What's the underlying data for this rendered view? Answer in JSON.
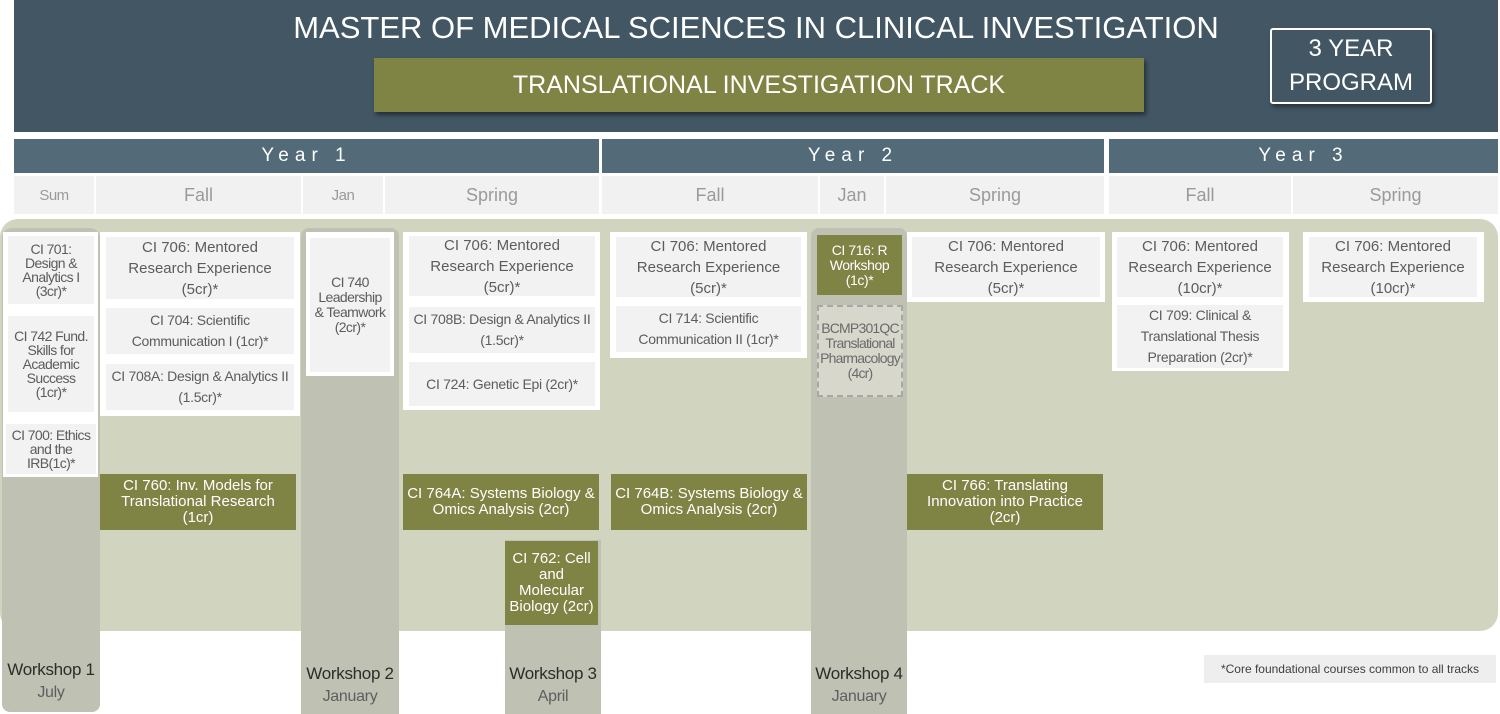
{
  "header": {
    "title": "MASTER OF MEDICAL SCIENCES IN CLINICAL INVESTIGATION",
    "track": "TRANSLATIONAL INVESTIGATION TRACK",
    "program_line1": "3 YEAR",
    "program_line2": "PROGRAM"
  },
  "colors": {
    "header_bg": "#425664",
    "year_bar": "#536a78",
    "olive": "#7f8444",
    "band": "#d1d4bf"
  },
  "years": [
    "Year 1",
    "Year 2",
    "Year 3"
  ],
  "terms": [
    "Sum",
    "Fall",
    "Jan",
    "Spring",
    "Fall",
    "Jan",
    "Spring",
    "Fall",
    "Spring"
  ],
  "courses": {
    "ci701": "CI 701: Design & Analytics I (3cr)*",
    "ci742": "CI 742 Fund. Skills for Academic Success (1cr)*",
    "ci700": "CI 700: Ethics and the IRB(1c)*",
    "ci706_y1f": "CI 706: Mentored Research Experience (5cr)*",
    "ci704": "CI 704: Scientific Communication I (1cr)*",
    "ci708a": "CI 708A: Design & Analytics II (1.5cr)*",
    "ci740": "CI 740 Leadership & Teamwork (2cr)*",
    "ci706_y1s": "CI 706: Mentored Research Experience (5cr)*",
    "ci708b": "CI 708B: Design & Analytics II (1.5cr)*",
    "ci724": "CI 724: Genetic Epi (2cr)*",
    "ci706_y2f": "CI 706: Mentored Research Experience (5cr)*",
    "ci714": "CI 714: Scientific Communication II (1cr)*",
    "ci716": "CI 716: R Workshop (1c)*",
    "bcmp301qc": "BCMP301QC Translational Pharmacology (4cr)",
    "ci706_y2s": "CI 706: Mentored Research Experience (5cr)*",
    "ci706_y3f": "CI 706: Mentored Research Experience (10cr)*",
    "ci709": "CI 709: Clinical & Translational Thesis Preparation (2cr)*",
    "ci706_y3s": "CI 706: Mentored Research Experience (10cr)*",
    "ci760": "CI 760: Inv. Models for Translational Research (1cr)",
    "ci764a": "CI 764A: Systems Biology & Omics Analysis (2cr)",
    "ci762": "CI 762: Cell and Molecular Biology (2cr)",
    "ci764b": "CI 764B: Systems Biology & Omics Analysis (2cr)",
    "ci766": "CI 766: Translating Innovation into Practice (2cr)"
  },
  "workshops": [
    {
      "name": "Workshop 1",
      "month": "July"
    },
    {
      "name": "Workshop 2",
      "month": "January"
    },
    {
      "name": "Workshop 3",
      "month": "April"
    },
    {
      "name": "Workshop 4",
      "month": "January"
    }
  ],
  "footnote": "*Core foundational courses common to all tracks"
}
